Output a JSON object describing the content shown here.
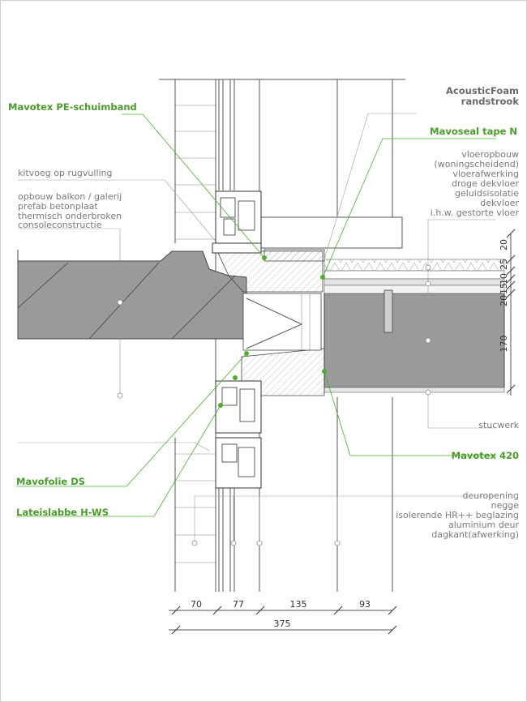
{
  "labels": {
    "mavotex_pe": "Mavotex PE-schuimband",
    "kitvoeg": "kitvoeg op rugvulling",
    "opbouw_balkon": [
      "opbouw balkon / galerij",
      "prefab betonplaat",
      "thermisch onderbroken",
      "consoleconstructie"
    ],
    "acousticfoam": [
      "AcousticFoam",
      "randstrook"
    ],
    "mavoseal": "Mavoseal tape N",
    "vloeropbouw": [
      "vloeropbouw",
      "(woningscheidend)",
      "vloerafwerking",
      "droge dekvloer",
      "geluidsisolatie",
      "dekvloer",
      "i.h.w. gestorte vloer"
    ],
    "stucwerk": "stucwerk",
    "mavotex_420": "Mavotex 420",
    "mavofolie": "Mavofolie DS",
    "lateislabbe": "Lateislabbe H-WS",
    "deur": [
      "deuropening",
      "negge",
      "isolerende HR++ beglazing",
      "aluminium deur",
      "dagkant(afwerking)"
    ]
  },
  "dims_bottom": [
    "70",
    "77",
    "135",
    "93"
  ],
  "dim_total": "375",
  "dims_right": [
    "20",
    "25",
    "10",
    "15",
    "20",
    "170"
  ],
  "colors": {
    "green": "#4a9c2a",
    "concrete": "#9a9a9a",
    "hatch": "#dcdcdc"
  }
}
